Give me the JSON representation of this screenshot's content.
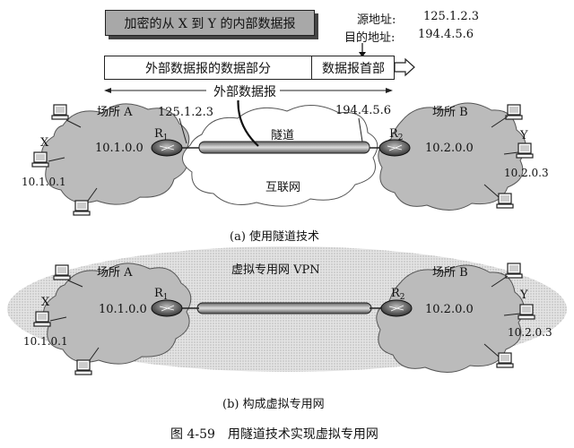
{
  "top": {
    "encrypted_datagram": "加密的从 X 到 Y 的内部数据报",
    "source_label": "源地址:",
    "source_value": "125.1.2.3",
    "dest_label": "目的地址:",
    "dest_value": "194.4.5.6",
    "outer_data_part": "外部数据报的数据部分",
    "outer_header": "数据报首部",
    "outer_datagram": "外部数据报"
  },
  "diagram_a": {
    "site_a": "场所 A",
    "site_b": "场所 B",
    "net_a": "10.1.0.0",
    "net_b": "10.2.0.0",
    "host_x": "X",
    "host_x_ip": "10.1.0.1",
    "host_y": "Y",
    "host_y_ip": "10.2.0.3",
    "r1": "R",
    "r1_sub": "1",
    "r2": "R",
    "r2_sub": "2",
    "r1_ip": "125.1.2.3",
    "r2_ip": "194.4.5.6",
    "tunnel": "隧道",
    "internet": "互联网",
    "caption": "(a) 使用隧道技术"
  },
  "diagram_b": {
    "vpn_title": "虚拟专用网 VPN",
    "site_a": "场所 A",
    "site_b": "场所 B",
    "net_a": "10.1.0.0",
    "net_b": "10.2.0.0",
    "host_x": "X",
    "host_x_ip": "10.1.0.1",
    "host_y": "Y",
    "host_y_ip": "10.2.0.3",
    "r1": "R",
    "r1_sub": "1",
    "r2": "R",
    "r2_sub": "2",
    "caption": "(b) 构成虚拟专用网"
  },
  "figure_caption": "图 4-59　用隧道技术实现虚拟专用网"
}
